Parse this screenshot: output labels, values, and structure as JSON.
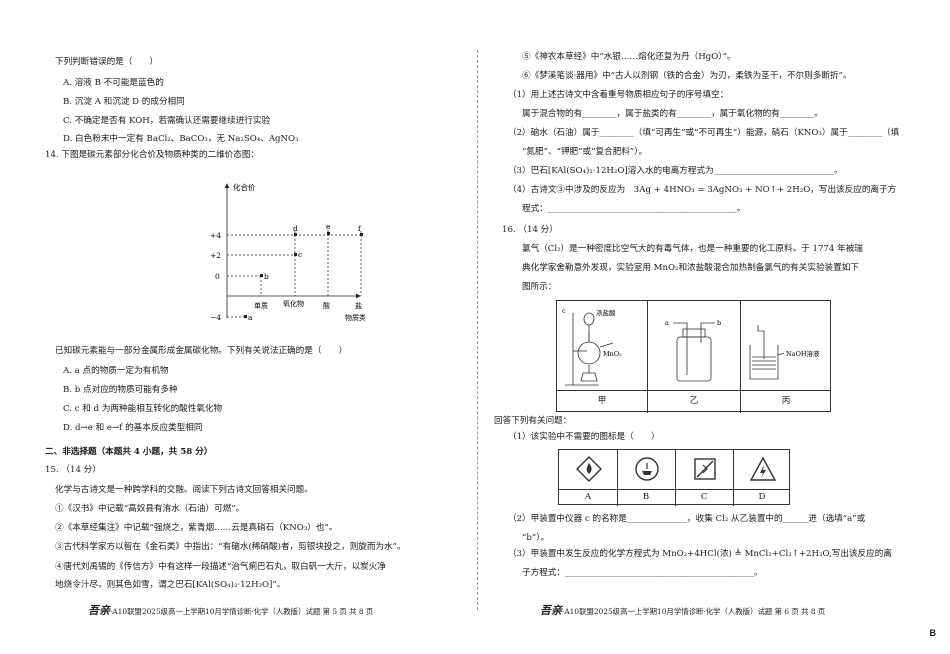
{
  "left": {
    "l1": "下列判断错误的是（　　）",
    "l2": "A.  溶液 B 不可能是蓝色的",
    "l3": "B.  沉淀 A 和沉淀 D 的成分相同",
    "l4": "C.  不确定是否有 KOH，若需确认还需要继续进行实验",
    "l5": "D.  白色粉末中一定有 BaCl₂、BaCO₃，无 Na₂SO₄、AgNO₃",
    "q14": "14.  下图是碳元素部分化合价及物质种类的二维价态图：",
    "chart": {
      "ylabel": "化合价",
      "yticks": [
        "+4",
        "+2",
        "0",
        "−4"
      ],
      "xticks": [
        "单质",
        "氧化物",
        "酸",
        "盐"
      ],
      "xlabel": "物质类别",
      "points": [
        "a",
        "b",
        "c",
        "d",
        "e",
        "f"
      ]
    },
    "q14stem": "已知碳元素能与一部分金属形成金属碳化物。下列有关说法正确的是（　　）",
    "q14A": "A.  a 点的物质一定为有机物",
    "q14B": "B.  b 点对应的物质可能有多种",
    "q14C": "C.  c 和 d 为两种能相互转化的酸性氧化物",
    "q14D": "D.  d→e 和 e→f 的基本反应类型相同",
    "section": "二、非选择题（本题共 4 小题，共 58 分）",
    "q15": "15.   （14 分）",
    "q15a": "化学与古诗文是一种跨学科的交融。阅读下列古诗文回答相关问题。",
    "q15b": "①《汉书》中记载“高奴县有洧水（石油）可燃”。",
    "q15c": "②《本草经集注》中记载“强烧之，紫青烟……云是真硝石（KNO₃）也”。",
    "q15d": "③古代科学家方以智在《金石类》中指出：“有硇水(稀硝酸)者，剪银块投之，则旋而为水”。",
    "q15e": "④唐代刘禹锡的《传信方》中有这样一段描述“治气痢巴石丸，取白矾一大斤，以炭火净",
    "q15f": "地烧令汁尽，则其色如雪，谓之巴石[KAl(SO₄)₂·12H₂O]”。",
    "footer": "·A10联盟2025级高一上学期10月学情诊断·化学（人教版）试题  第 5 页  共 8 页"
  },
  "right": {
    "r1": "⑤《神农本草经》中“水银……熔化还复为丹（HgO）”。",
    "r2": "⑥《梦溪笔谈·器用》中“古人以剂钢（铁的合金）为刃，柔铁为茎干，不尔则多断折”。",
    "r3": "（1）用上述古诗文中含着重号物质相应句子的序号填空：",
    "r4": "属于混合物的有________，属于盐类的有________，属于氧化物的有________。",
    "r5": "（2）硇水（石油）属于________（填“可再生”或“不可再生”）能源，硝石（KNO₃）属于________（填",
    "r6": "“氮肥”、“钾肥”或“复合肥料”）。",
    "r7": "（3）巴石[KAl(SO₄)₂·12H₂O]溶入水的电离方程式为____________________________。",
    "r8": "（4）古诗文③中涉及的反应为　3Ag + 4HNO₃ = 3AgNO₃ + NO↑+ 2H₂O，写出该反应的离子方",
    "r9": "程式：____________________________________________。",
    "q16": "16.   （14 分）",
    "r10": "氯气（Cl₂）是一种密度比空气大的有毒气体，也是一种重要的化工原料。于 1774 年被瑞",
    "r11": "典化学家舍勒意外发现，实验室用 MnO₂和浓盐酸混合加热制备氯气的有关实验装置如下",
    "r12": "图所示：",
    "apparatus": {
      "jia": "甲",
      "yi": "乙",
      "bing": "丙",
      "c": "c",
      "conc": "浓盐酸",
      "mno2": "MnO₂",
      "a": "a",
      "b": "b",
      "naoh": "NaOH溶液"
    },
    "r13": "回答下列有关问题：",
    "r14": "（1）该实验中不需要的图标是（　　）",
    "icons": [
      "A",
      "B",
      "C",
      "D"
    ],
    "r15": "（2）甲装置中仪器 c 的名称是______________，收集 Cl₂ 从乙装置中的______进（选填“a”或",
    "r16": "“b”）。",
    "r17": "（3）甲装置中发生反应的化学方程式为 MnO₂+4HCl(浓) ≜ MnCl₂+Cl₂↑+2H₂O,写出该反应的离",
    "r18": "子方程式：____________________________________________。",
    "footer": "·A10联盟2025级高一上学期10月学情诊断·化学（人教版）试题  第 6 页  共 8 页"
  },
  "logo": "吾亲",
  "corner": "B"
}
